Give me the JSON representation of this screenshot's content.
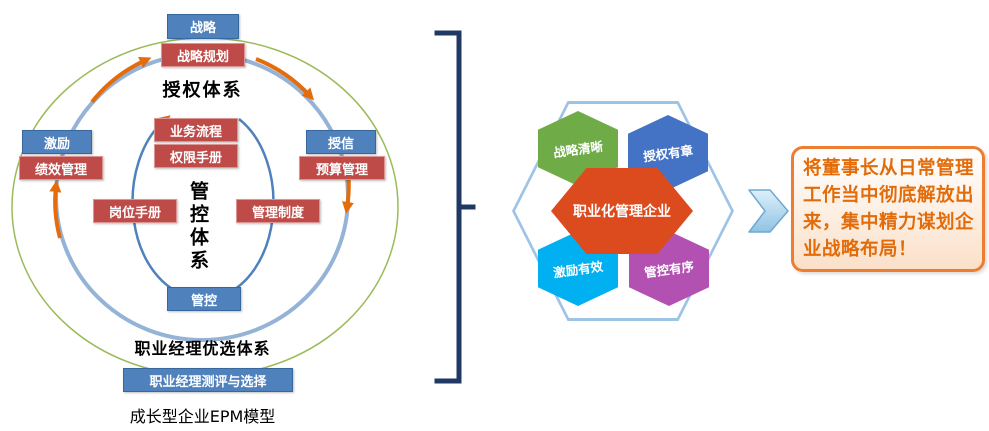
{
  "colors": {
    "blue_box": "#4F81BD",
    "blue_box_border": "#38679E",
    "red_box": "#BE4B48",
    "red_box_border": "#D99694",
    "navy_bracket": "#1F3864",
    "green_ring": "#9BBB59",
    "blue_ring": "#95B3D7",
    "inner_arc": "#4F81BD",
    "arrow_orange": "#E46C0A",
    "hex_border": "#9DC3E6",
    "green_hex": "#6FAC47",
    "blue_hex": "#4472C4",
    "cyan_hex": "#00B0F0",
    "purple_hex": "#B351B3",
    "orange_hex": "#DC4B1E",
    "result_border": "#ED7D31",
    "result_text": "#E36C0A",
    "result_bg": "#FBE0C9",
    "chevron_fill_light": "#DEF0FA",
    "chevron_fill_dark": "#8FC3E4"
  },
  "left_diagram": {
    "authority_system_label": "授权体系",
    "control_system_label": "管控体系",
    "manager_system_label": "职业经理优选体系",
    "caption": "成长型企业EPM模型",
    "boxes": {
      "strategy": "战略",
      "strategy_planning": "战略规划",
      "business_process": "业务流程",
      "authority_manual": "权限手册",
      "incentive": "激励",
      "performance_mgmt": "绩效管理",
      "credit": "授信",
      "budget_mgmt": "预算管理",
      "position_manual": "岗位手册",
      "mgmt_system": "管理制度",
      "control": "管控",
      "manager_assessment": "职业经理测评与选择"
    }
  },
  "hexagons": {
    "center": "职业化管理企业",
    "top_left": "战略清晰",
    "top_right": "授权有章",
    "bottom_left": "激励有效",
    "bottom_right": "管控有序"
  },
  "result_box": {
    "lines": [
      "将董事长从日常管理",
      "工作当中彻底解放出",
      "来，集中精力谋划企",
      "业战略布局！"
    ]
  }
}
